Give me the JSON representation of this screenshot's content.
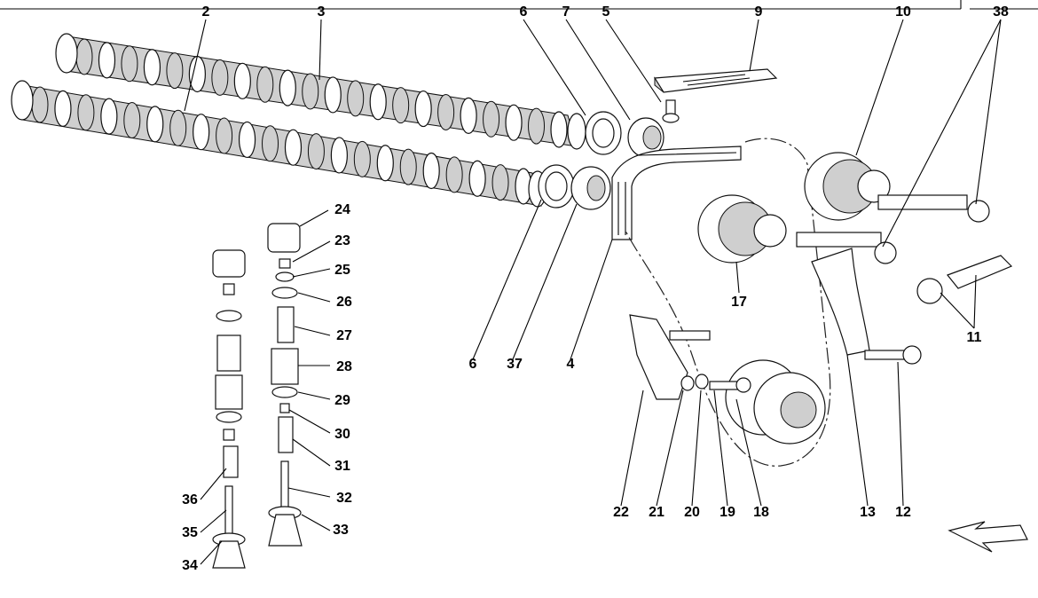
{
  "labels": [
    "2",
    "3",
    "6",
    "7",
    "5",
    "9",
    "10",
    "38",
    "24",
    "23",
    "25",
    "26",
    "27",
    "28",
    "29",
    "30",
    "31",
    "32",
    "33",
    "36",
    "35",
    "34",
    "6",
    "37",
    "4",
    "17",
    "11",
    "22",
    "21",
    "20",
    "19",
    "18",
    "13",
    "12"
  ]
}
